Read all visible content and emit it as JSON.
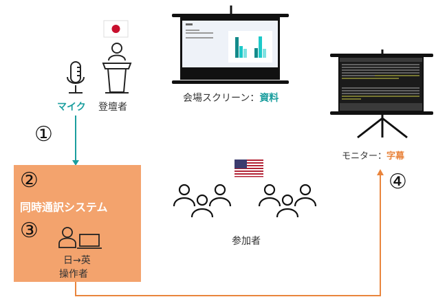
{
  "speaker": {
    "mic_label": "マイク",
    "speaker_label": "登壇者",
    "flag": "japan"
  },
  "steps": {
    "one": "①",
    "two": "②",
    "three": "③",
    "four": "④"
  },
  "system": {
    "title": "同時通訳システム",
    "direction": "日→英",
    "operator": "操作者"
  },
  "venue_screen": {
    "label_prefix": "会場スクリーン：",
    "label_highlight": "資料"
  },
  "monitor": {
    "label_prefix": "モニター：",
    "label_highlight": "字幕"
  },
  "audience": {
    "label": "参加者",
    "flag": "usa"
  },
  "colors": {
    "teal": "#1a9e9e",
    "orange_box": "#f3a36d",
    "orange_line": "#e9843c",
    "dark": "#1a1a1a"
  }
}
